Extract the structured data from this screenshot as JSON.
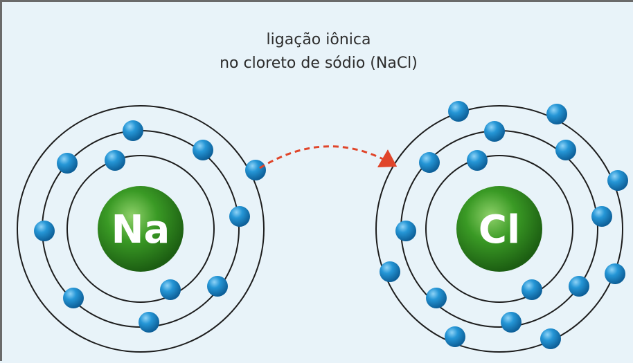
{
  "title": {
    "line1": "ligação iônica",
    "line2": "no cloreto de sódio (NaCl)"
  },
  "atoms": [
    {
      "symbol": "Na",
      "shell_electrons": [
        2,
        8,
        1
      ]
    },
    {
      "symbol": "Cl",
      "shell_electrons": [
        2,
        8,
        7
      ]
    }
  ],
  "colors": {
    "background": "#e8f3f9",
    "orbit": "#1d1d1d",
    "electron": "#1d8fd0",
    "nucleus": "#2e8a1e",
    "arrow": "#e0452a"
  }
}
